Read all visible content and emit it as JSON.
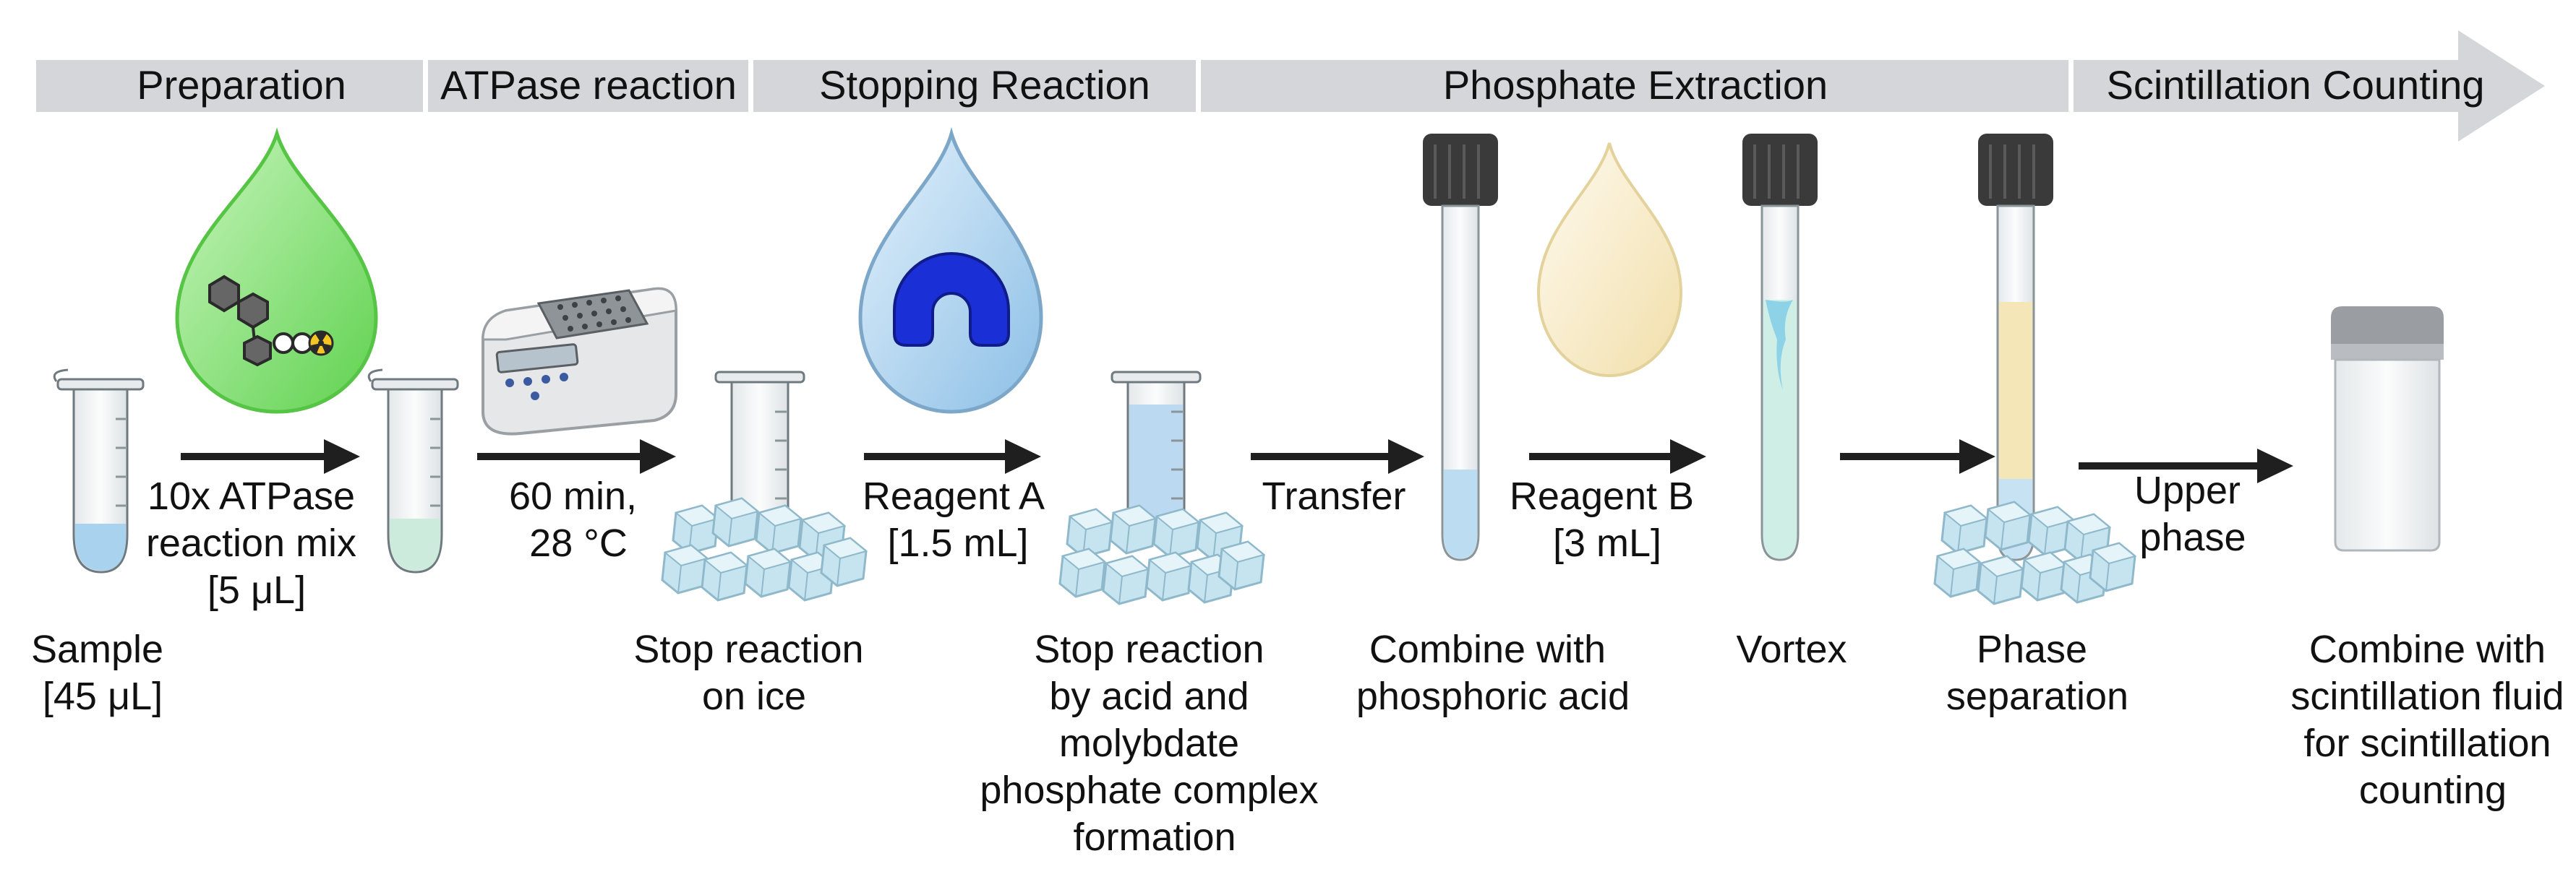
{
  "stages": [
    {
      "label": "Preparation"
    },
    {
      "label": "ATPase reaction"
    },
    {
      "label": "Stopping Reaction"
    },
    {
      "label": "Phosphate Extraction"
    },
    {
      "label": "Scintillation Counting"
    }
  ],
  "steps": {
    "sample": [
      "Sample",
      "[45 μL]"
    ],
    "mix": [
      "10x ATPase",
      "reaction mix",
      "[5 μL]"
    ],
    "incubate": [
      "60 min,",
      "28 °C"
    ],
    "stop_ice": [
      "Stop reaction",
      "on ice"
    ],
    "reagent_a": [
      "Reagent A",
      "[1.5 mL]"
    ],
    "stop_acid": [
      "Stop reaction",
      "by acid and",
      "molybdate",
      "phosphate complex",
      "formation"
    ],
    "transfer": [
      "Transfer"
    ],
    "combine_phosphoric": [
      "Combine with",
      "phosphoric acid"
    ],
    "reagent_b": [
      "Reagent B",
      "[3 mL]"
    ],
    "vortex": [
      "Vortex"
    ],
    "phase_sep": [
      "Phase",
      "separation"
    ],
    "upper_phase": [
      "Upper",
      "phase"
    ],
    "combine_scint": [
      "Combine with",
      "scintillation fluid",
      "for scintillation",
      "counting"
    ]
  },
  "colors": {
    "banner": "#d4d6d9",
    "arrow": "#1f1f1f",
    "green_drop": "#7ee06e",
    "blue_drop": "#a9cfee",
    "blue_magnet": "#1b2fd6",
    "cream_drop": "#f5e6b8",
    "ice": "#b8dce8",
    "cap_dark": "#3a3a3a"
  },
  "icons": [
    "tube-icon",
    "droplet-icon",
    "molecule-icon",
    "radioactive-icon",
    "heat-block-icon",
    "ice-cubes-icon",
    "magnet-icon",
    "test-tube-icon",
    "scintillation-vial-icon",
    "arrow-icon"
  ]
}
